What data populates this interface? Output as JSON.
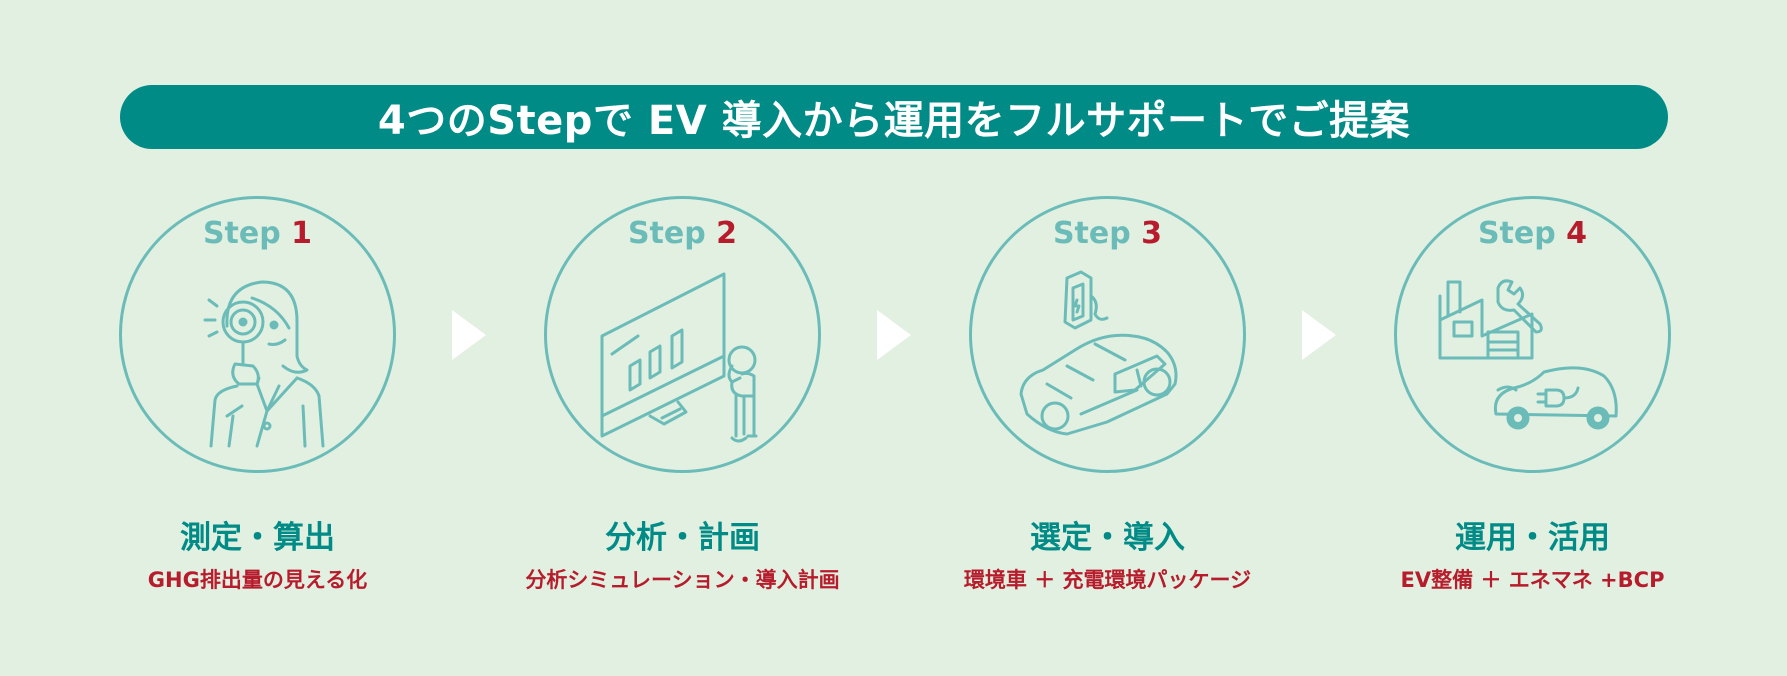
{
  "header": {
    "title": "4つのStepで EV 導入から運用をフルサポートでご提案"
  },
  "colors": {
    "background": "#e2f0e2",
    "banner": "#008b87",
    "circle_stroke": "#6bbcb8",
    "accent_red": "#b71c2c",
    "arrow": "#ffffff"
  },
  "steps": [
    {
      "step_word": "Step",
      "number": "1",
      "icon": "person-with-magnifying-glass-icon",
      "title": "測定・算出",
      "subtitle": "GHG排出量の見える化"
    },
    {
      "step_word": "Step",
      "number": "2",
      "icon": "person-viewing-chart-monitor-icon",
      "title": "分析・計画",
      "subtitle": "分析シミュレーション・導入計画"
    },
    {
      "step_word": "Step",
      "number": "3",
      "icon": "ev-charging-station-car-icon",
      "title": "選定・導入",
      "subtitle": "環境車 ＋ 充電環境パッケージ"
    },
    {
      "step_word": "Step",
      "number": "4",
      "icon": "factory-wrench-and-ev-icon",
      "title": "運用・活用",
      "subtitle": "EV整備 ＋ エネマネ +BCP"
    }
  ]
}
